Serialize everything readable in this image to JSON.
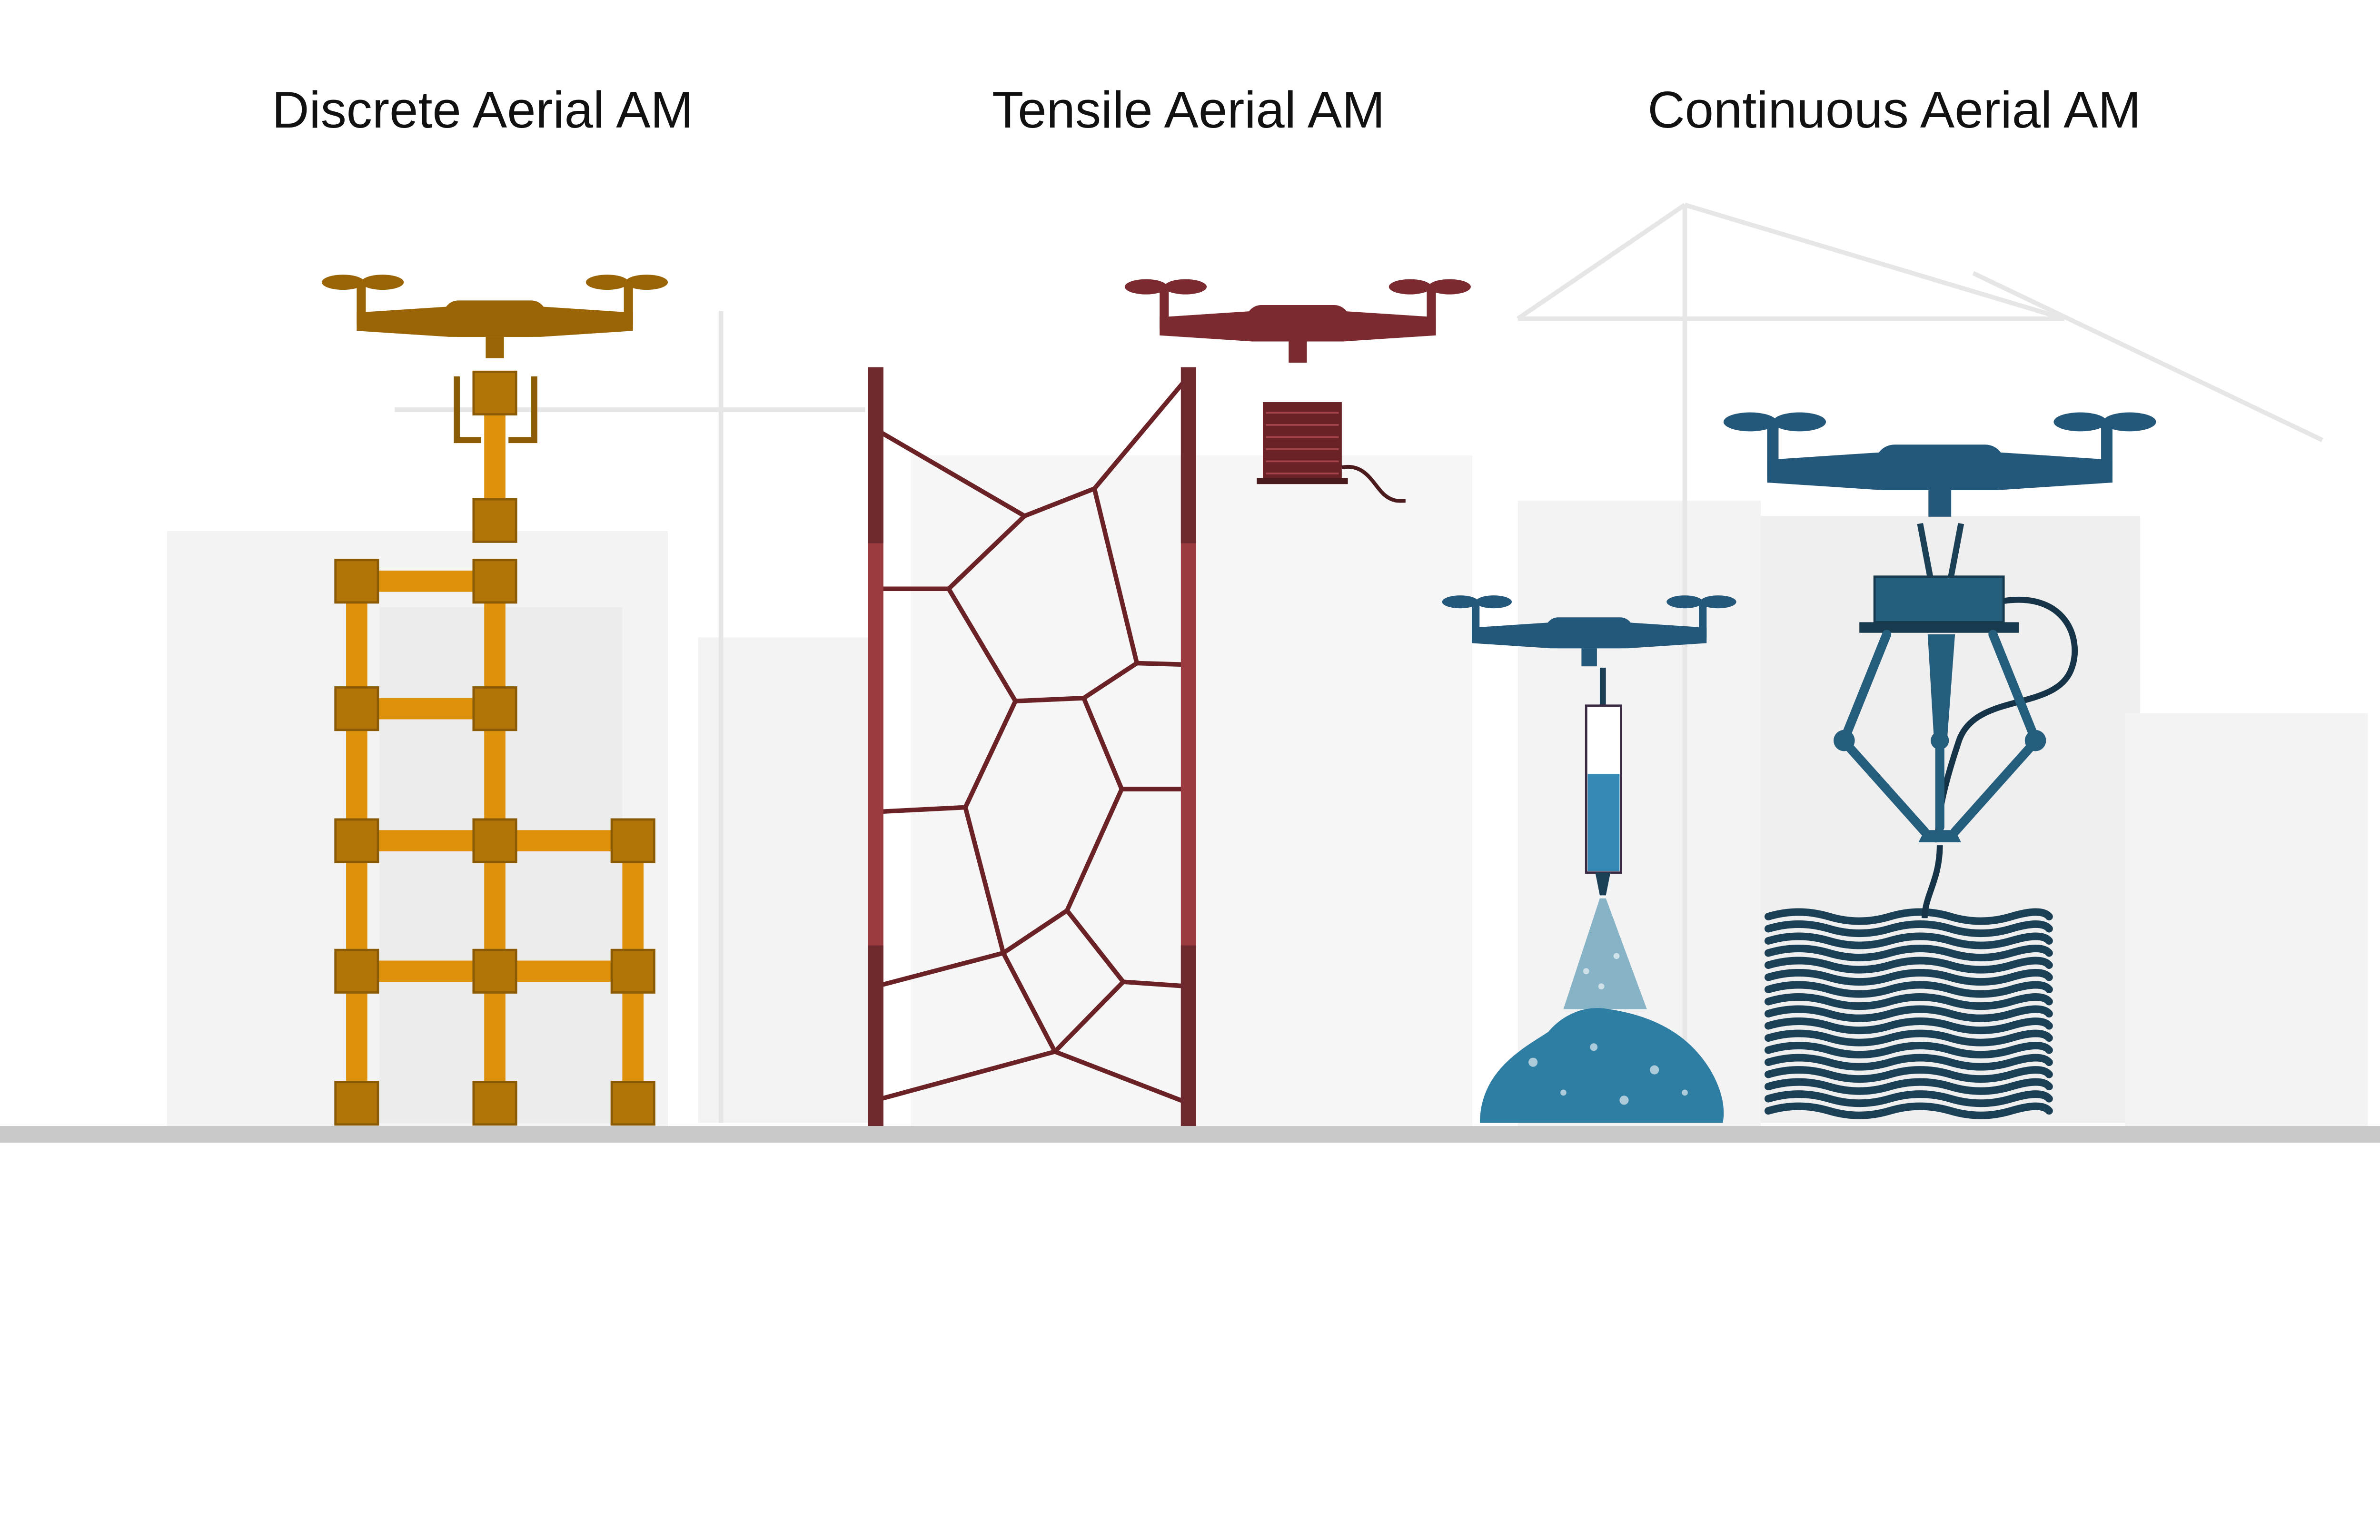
{
  "titles": {
    "discrete": "Discrete Aerial AM",
    "tensile": "Tensile Aerial AM",
    "continuous": "Continuous Aerial AM"
  },
  "colors": {
    "discrete_drone": "#F5A30F",
    "discrete_bar": "#DE910B",
    "discrete_node": "#B07408",
    "tensile_drone": "#A4434A",
    "tensile_pole": "#9B3A3F",
    "tensile_net": "#6B2226",
    "continuous_drone": "#3F8DBB",
    "continuous_dark": "#1B3F55",
    "ground": "#C8C8C8"
  },
  "icons": [
    "drone-icon",
    "syringe-icon",
    "spool-icon",
    "delta-robot-icon"
  ]
}
